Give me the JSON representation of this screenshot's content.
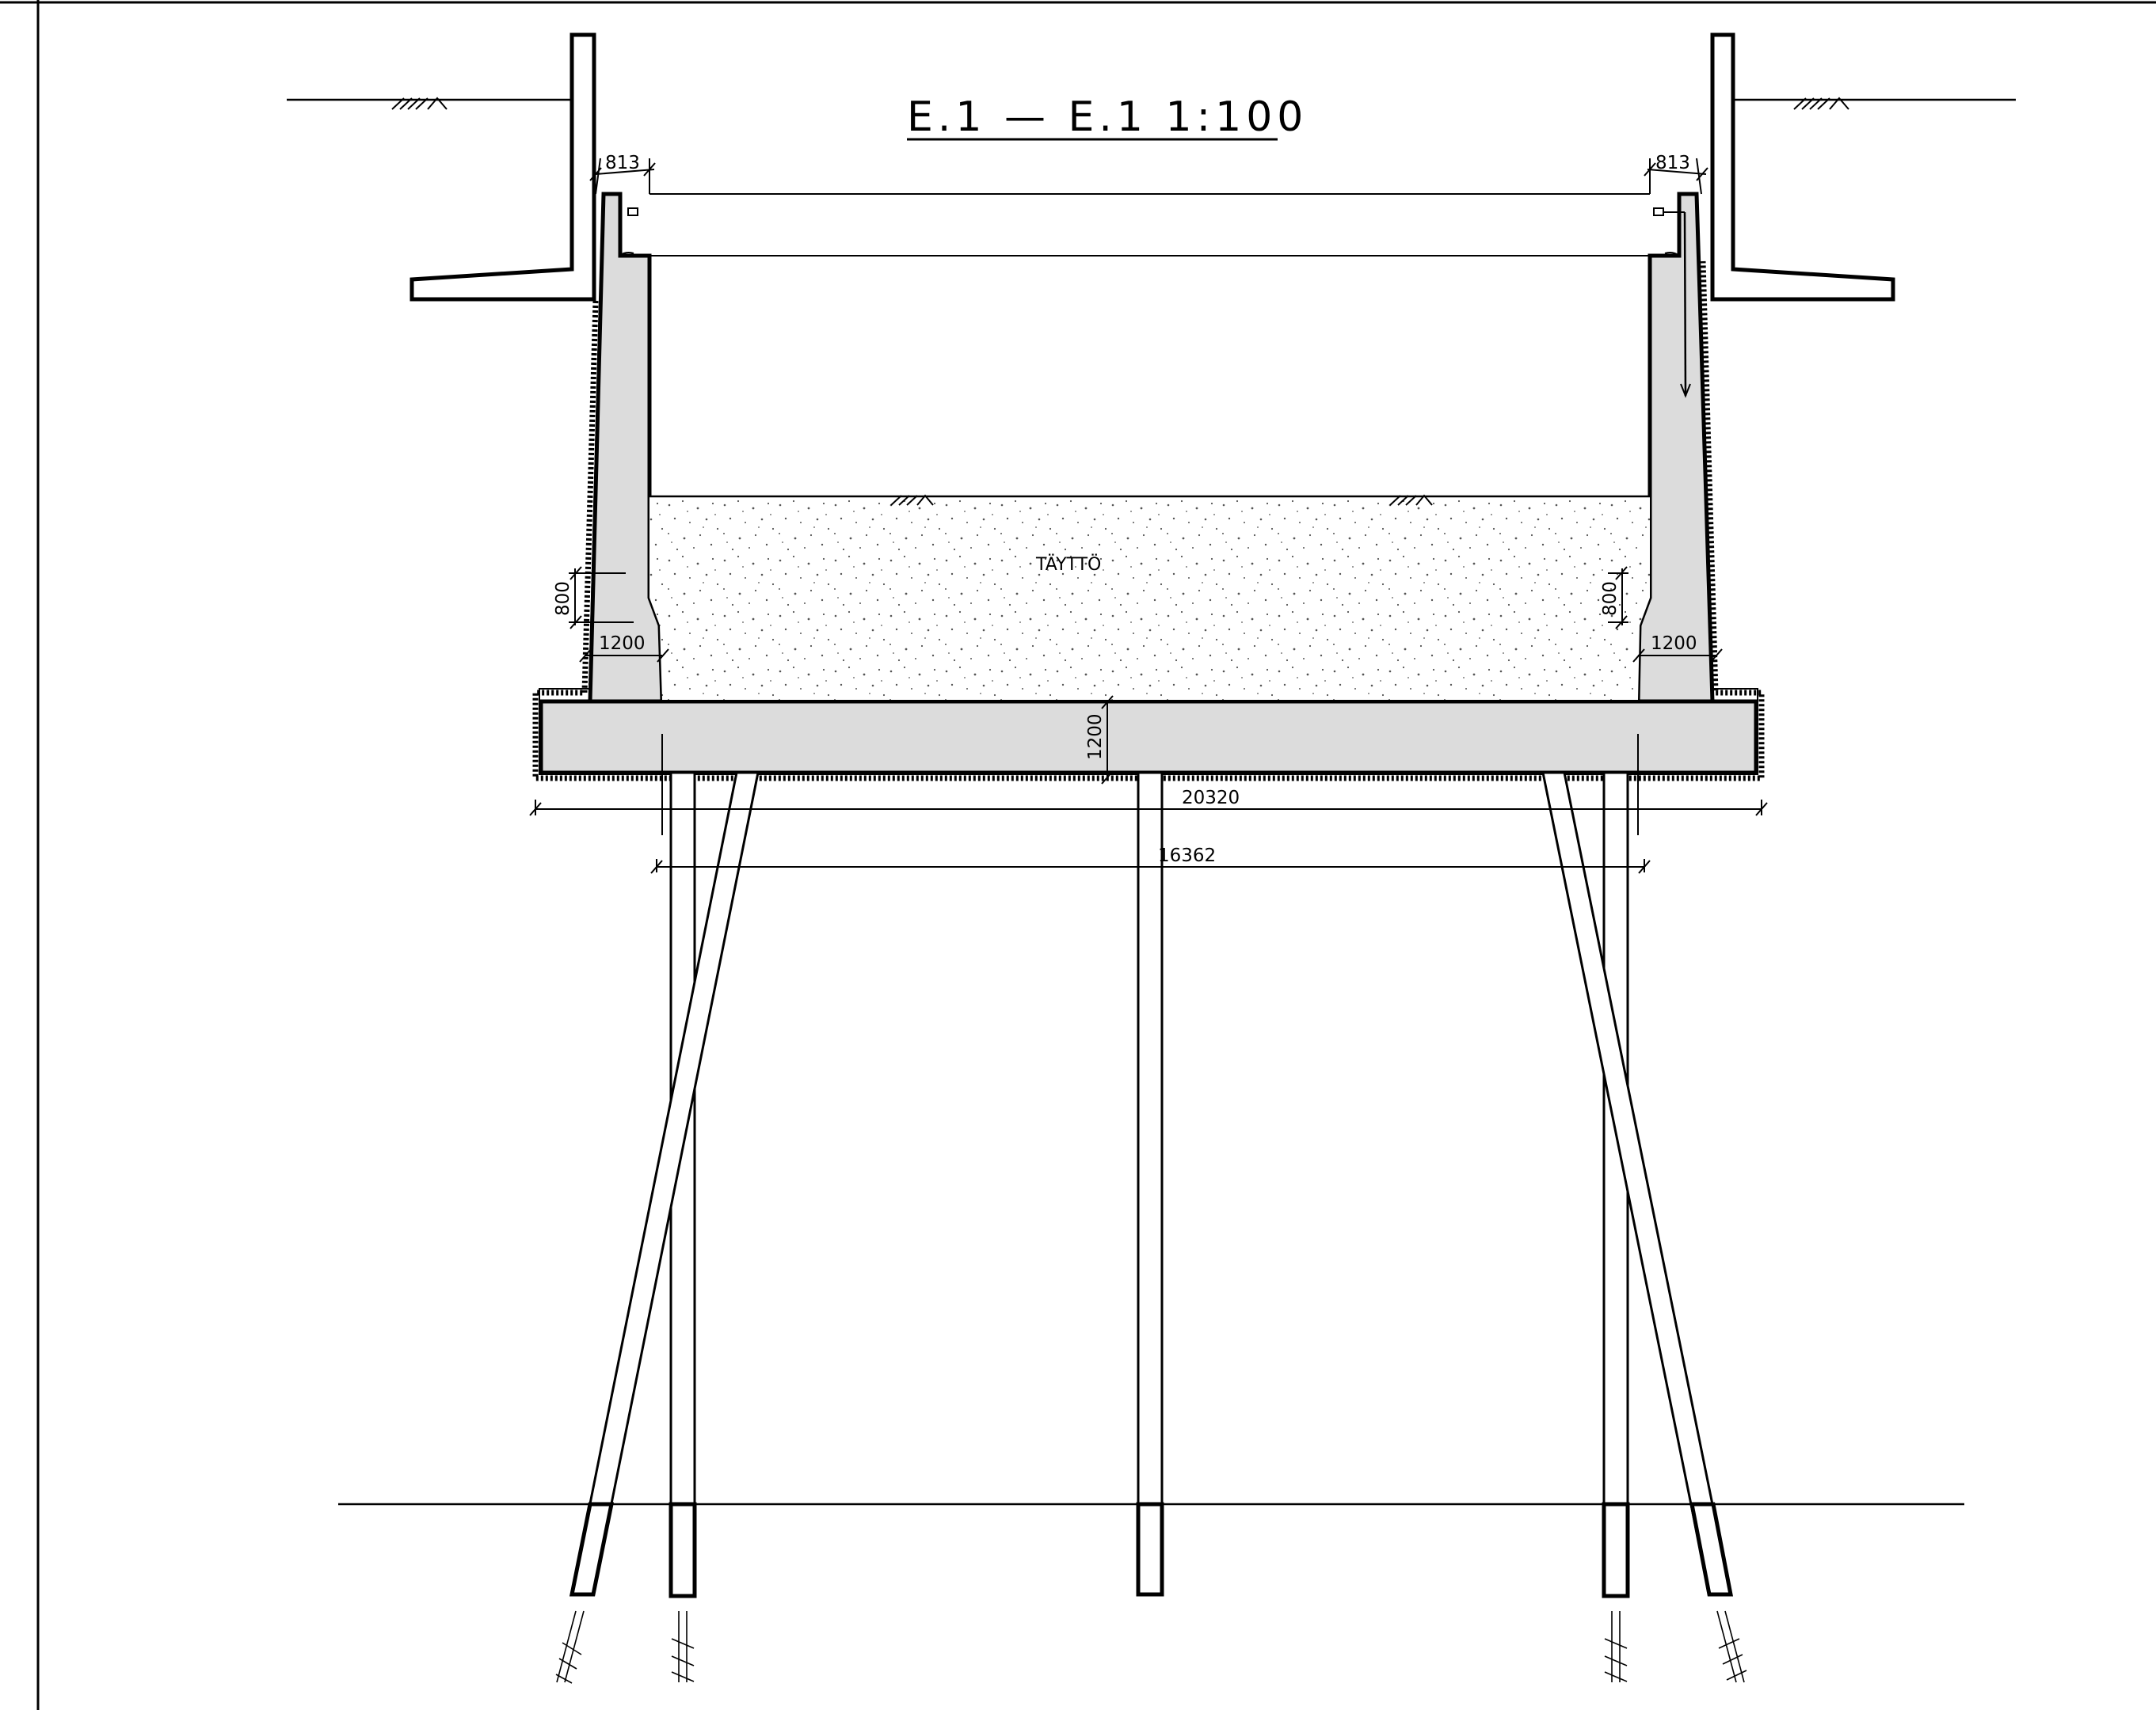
{
  "title": "E.1 — E.1 1:100",
  "fill_label": "TÄYTTÖ",
  "dimensions": {
    "top_left": "813",
    "top_right": "813",
    "haunch_height_left": "800",
    "haunch_height_right": "800",
    "wall_thickness_left": "1200",
    "wall_thickness_right": "1200",
    "slab_thickness": "1200",
    "overall_width": "20320",
    "inner_width": "16362"
  },
  "colors": {
    "concrete": "#dcdcdc",
    "line": "#000000",
    "background": "#ffffff"
  }
}
